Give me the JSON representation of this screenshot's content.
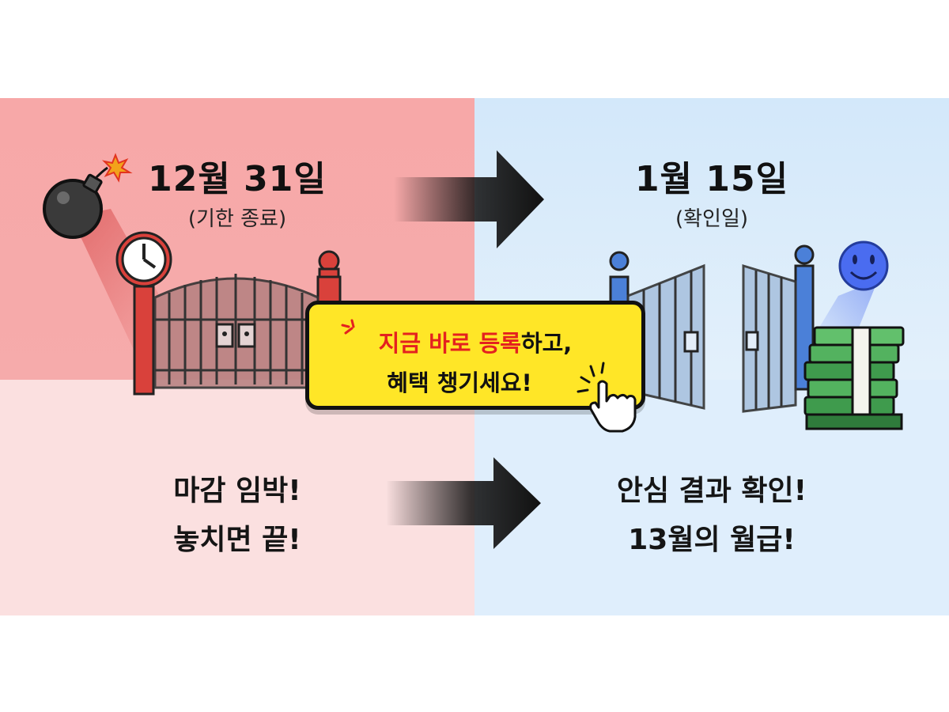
{
  "left": {
    "date": "12월 31일",
    "caption": "(기한 종료)",
    "message_line1": "마감 임박!",
    "message_line2": "놓치면 끝!"
  },
  "right": {
    "date": "1월 15일",
    "caption": "(확인일)",
    "message_line1": "안심 결과 확인!",
    "message_line2": "13월의 월급!"
  },
  "cta": {
    "highlight": "지금 바로 등록",
    "line1_rest": "하고,",
    "line2": "혜택 챙기세요!"
  },
  "colors": {
    "left_top": "#f7a8a8",
    "left_bottom": "#fbe0e0",
    "right_top": "#d3e8fa",
    "right_bottom": "#dfeefc",
    "cta_bg": "#ffe627",
    "cta_highlight": "#e4211f"
  },
  "icons": [
    "bomb-icon",
    "clock-icon",
    "closed-gate-icon",
    "open-gate-icon",
    "smiley-icon",
    "money-stack-icon",
    "pointer-hand-icon",
    "arrow-right-icon"
  ]
}
